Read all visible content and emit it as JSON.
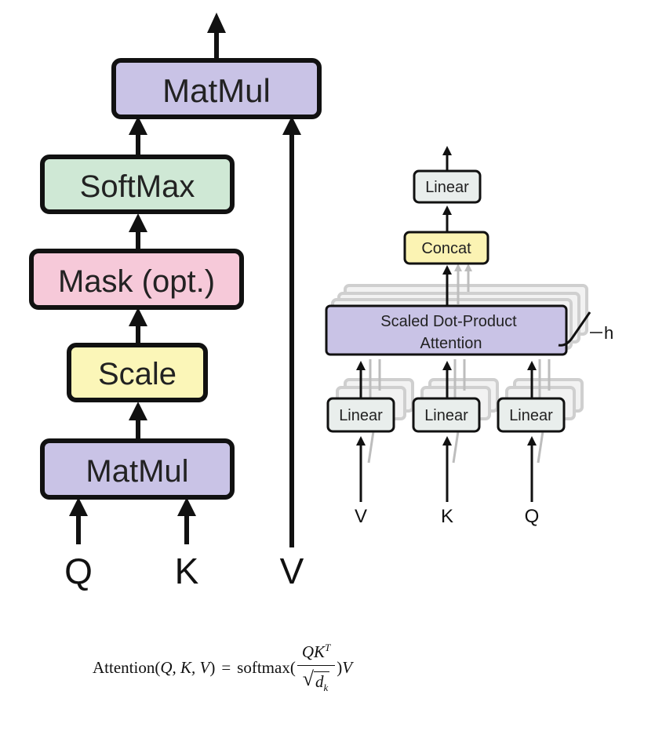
{
  "left_diagram": {
    "matmul_top": "MatMul",
    "softmax": "SoftMax",
    "mask": "Mask (opt.)",
    "scale": "Scale",
    "matmul_bottom": "MatMul",
    "inputs": [
      "Q",
      "K",
      "V"
    ],
    "colors": {
      "matmul": "#c9c3e6",
      "softmax": "#cfe8d5",
      "mask": "#f6c9d9",
      "scale": "#fbf6b8"
    }
  },
  "right_diagram": {
    "linear_top": "Linear",
    "concat": "Concat",
    "attention_line1": "Scaled Dot-Product",
    "attention_line2": "Attention",
    "heads": "h",
    "linear_v": "Linear",
    "linear_k": "Linear",
    "linear_q": "Linear",
    "inputs": [
      "V",
      "K",
      "Q"
    ],
    "colors": {
      "linear": "#e9eeec",
      "concat": "#fbf3b3",
      "attention": "#c9c3e6"
    }
  },
  "formula": {
    "lhs": "Attention(",
    "args": "Q, K, V",
    "rparen": ")",
    "equals": "=",
    "func": "softmax(",
    "num": "QK",
    "num_sup": "T",
    "den": "d",
    "den_sub": "k",
    "tail": ")",
    "v": "V"
  }
}
